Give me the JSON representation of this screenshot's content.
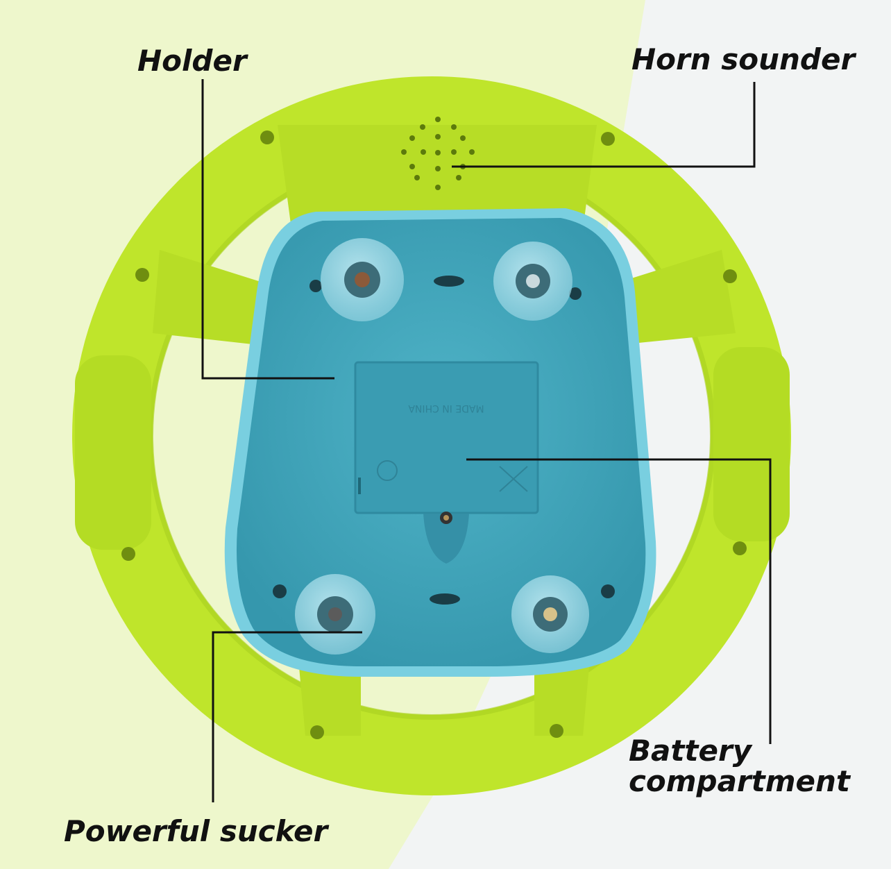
{
  "callouts": {
    "holder": "Holder",
    "horn_sounder": "Horn sounder",
    "battery_compartment": [
      "Battery",
      "compartment"
    ],
    "powerful_sucker": "Powerful sucker"
  },
  "embossed_text": "MADE IN CHINA",
  "colors": {
    "wheel": "#bfe52b",
    "wheel_shadow": "#a9cf1f",
    "holder": "#3fa9bf",
    "holder_edge": "#79cfe0",
    "background_left": "#eef7cc",
    "background_right": "#f2f4f4",
    "leader_line": "#111111"
  }
}
